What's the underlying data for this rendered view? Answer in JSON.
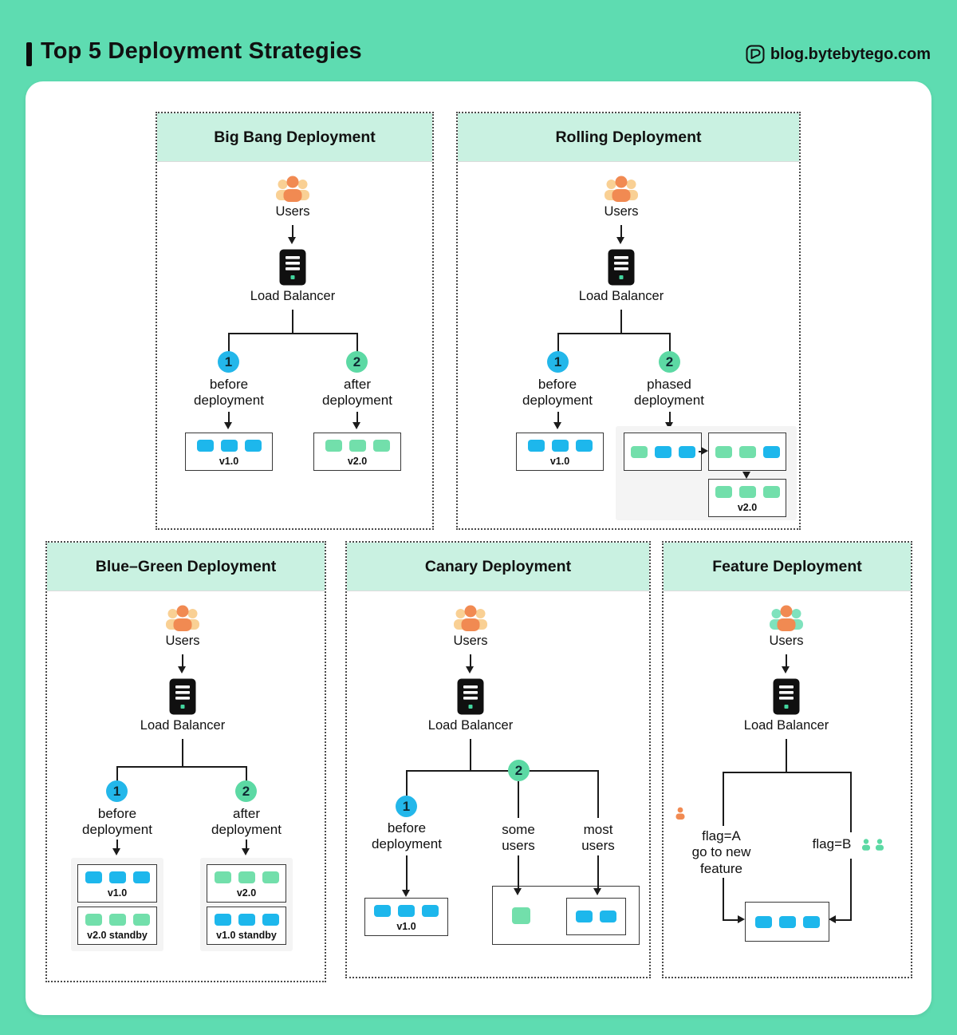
{
  "page": {
    "title": "Top 5 Deployment Strategies",
    "watermark": "blog.bytebytego.com"
  },
  "colors": {
    "background": "#5edcb1",
    "panel_header": "#c9f1e1",
    "server_blue": "#1db7ec",
    "server_green": "#72dfab",
    "step1_circle": "#23b7ea",
    "step2_circle": "#5cd9a4",
    "users_orange": "#f18a52",
    "users_light_orange": "#f9d094",
    "users_teal": "#7fe2bd",
    "phase_gray": "#f4f4f4"
  },
  "shared": {
    "users_label": "Users",
    "load_balancer_label": "Load Balancer",
    "step1": "1",
    "step2": "2"
  },
  "panels": {
    "big_bang": {
      "title": "Big Bang Deployment",
      "branch1_label": "before deployment",
      "branch2_label": "after deployment",
      "server_group1": {
        "label": "v1.0",
        "servers": [
          "blue",
          "blue",
          "blue"
        ]
      },
      "server_group2": {
        "label": "v2.0",
        "servers": [
          "green",
          "green",
          "green"
        ]
      }
    },
    "rolling": {
      "title": "Rolling Deployment",
      "branch1_label": "before deployment",
      "branch2_label": "phased deployment",
      "server_group1": {
        "label": "v1.0",
        "servers": [
          "blue",
          "blue",
          "blue"
        ]
      },
      "phase1": {
        "servers": [
          "green",
          "blue",
          "blue"
        ]
      },
      "phase2": {
        "servers": [
          "green",
          "green",
          "blue"
        ]
      },
      "phase3": {
        "label": "v2.0",
        "servers": [
          "green",
          "green",
          "green"
        ]
      }
    },
    "blue_green": {
      "title": "Blue–Green Deployment",
      "branch1_label": "before deployment",
      "branch2_label": "after deployment",
      "col1": [
        {
          "label": "v1.0",
          "servers": [
            "blue",
            "blue",
            "blue"
          ]
        },
        {
          "label": "v2.0 standby",
          "servers": [
            "green",
            "green",
            "green"
          ]
        }
      ],
      "col2": [
        {
          "label": "v2.0",
          "servers": [
            "green",
            "green",
            "green"
          ]
        },
        {
          "label": "v1.0 standby",
          "servers": [
            "blue",
            "blue",
            "blue"
          ]
        }
      ]
    },
    "canary": {
      "title": "Canary Deployment",
      "branch1_label": "before deployment",
      "branch2_label": "some users",
      "branch3_label": "most users",
      "server_group1": {
        "label": "v1.0",
        "servers": [
          "blue",
          "blue",
          "blue"
        ]
      },
      "canary_servers": [
        "green"
      ],
      "main_servers": [
        "blue",
        "blue"
      ]
    },
    "feature": {
      "title": "Feature Deployment",
      "flag_a_line1": "flag=A",
      "flag_a_line2": "go to new feature",
      "flag_b": "flag=B",
      "servers": [
        "blue",
        "blue",
        "blue"
      ]
    }
  }
}
